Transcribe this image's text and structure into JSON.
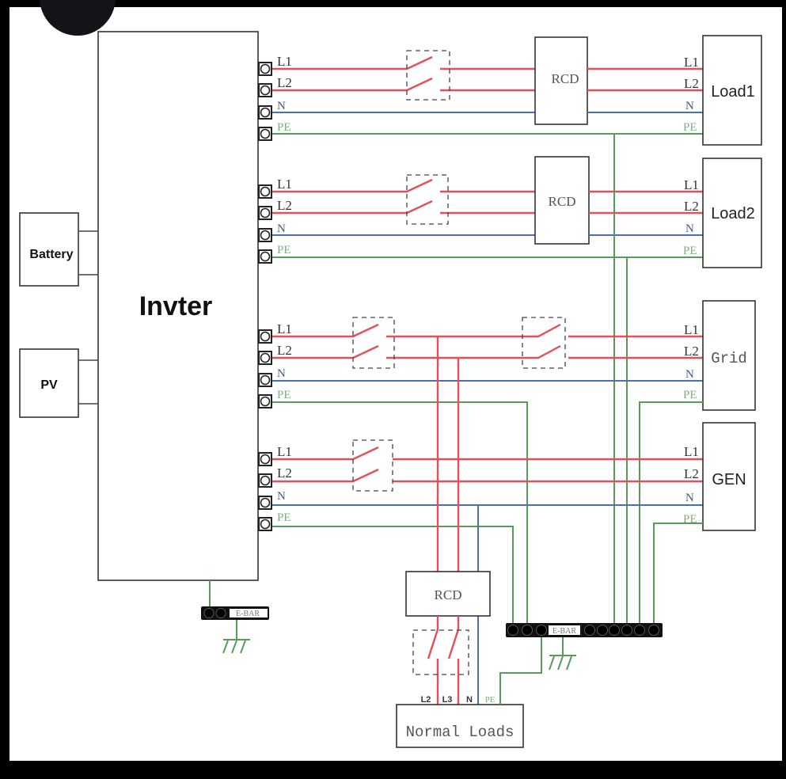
{
  "diagram": {
    "inverter": {
      "label": "Invter"
    },
    "sources": [
      {
        "id": "battery",
        "label": "Battery"
      },
      {
        "id": "pv",
        "label": "PV"
      }
    ],
    "port_groups": [
      {
        "id": "load1-port",
        "labels": [
          "L1",
          "L2",
          "N",
          "PE"
        ]
      },
      {
        "id": "load2-port",
        "labels": [
          "L1",
          "L2",
          "N",
          "PE"
        ]
      },
      {
        "id": "grid-port",
        "labels": [
          "L1",
          "L2",
          "N",
          "PE"
        ]
      },
      {
        "id": "gen-port",
        "labels": [
          "L1",
          "L2",
          "N",
          "PE"
        ]
      }
    ],
    "destinations": [
      {
        "id": "load1",
        "label": "Load1",
        "labels": [
          "L1",
          "L2",
          "N",
          "PE"
        ]
      },
      {
        "id": "load2",
        "label": "Load2",
        "labels": [
          "L1",
          "L2",
          "N",
          "PE"
        ]
      },
      {
        "id": "grid",
        "label": "Grid",
        "labels": [
          "L1",
          "L2",
          "N",
          "PE"
        ]
      },
      {
        "id": "gen",
        "label": "GEN",
        "labels": [
          "L1",
          "L2",
          "N",
          "PE"
        ]
      }
    ],
    "rcd_label": "RCD",
    "ebar_label": "E-BAR",
    "normal_loads": {
      "label": "Normal Loads",
      "terminals": [
        "L2",
        "L3",
        "N",
        "PE"
      ]
    },
    "colors": {
      "line": "#e4505a",
      "neutral": "#4a6fb8",
      "earth": "#5a9a5c"
    }
  }
}
